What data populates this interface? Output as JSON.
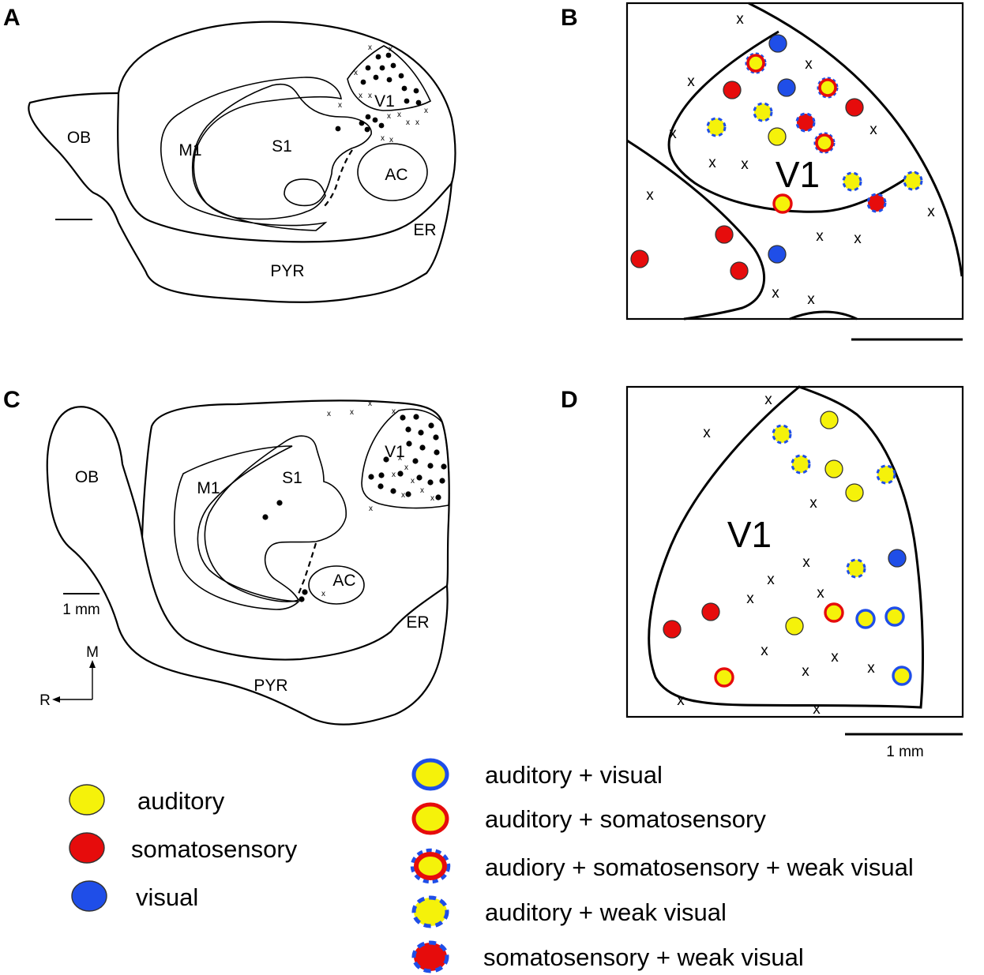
{
  "panels": {
    "A": "A",
    "B": "B",
    "C": "C",
    "D": "D"
  },
  "regions": {
    "ob": "OB",
    "m1": "M1",
    "s1": "S1",
    "v1": "V1",
    "ac": "AC",
    "er": "ER",
    "pyr": "PYR"
  },
  "scale": {
    "label": "1 mm"
  },
  "orientation": {
    "medial": "M",
    "rostral": "R"
  },
  "legend": {
    "auditory": "auditory",
    "somatosensory": "somatosensory",
    "visual": "visual",
    "aud_vis": "auditory + visual",
    "aud_som": "auditory + somatosensory",
    "aud_som_weakvis": "audiory + somatosensory + weak visual",
    "aud_weakvis": "auditory + weak visual",
    "som_weakvis": "somatosensory + weak visual"
  },
  "colors": {
    "auditory": "#f5f20a",
    "somatosensory": "#e60c0c",
    "visual": "#1f4ee8",
    "outline": "#000000"
  },
  "x_mark": "x"
}
